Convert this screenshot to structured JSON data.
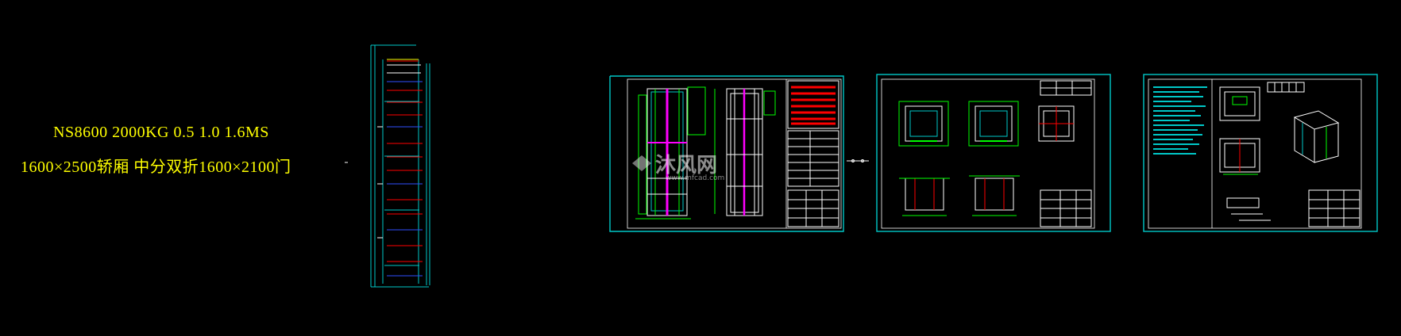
{
  "drawing": {
    "title_line_1": "NS8600 2000KG 0.5 1.0 1.6MS",
    "title_line_2": "1600×2500轿厢 中分双折1600×2100门"
  },
  "watermark": {
    "brand": "沐风网",
    "url": "www.mfcad.com"
  },
  "colors": {
    "background": "#000000",
    "frame": "#00c8c8",
    "title_text": "#ffff00",
    "lines_white": "#ffffff",
    "lines_magenta": "#ff00ff",
    "lines_red": "#ff0000",
    "lines_green": "#00ff00",
    "lines_blue": "#3050ff",
    "lines_yellow": "#ffff00"
  }
}
